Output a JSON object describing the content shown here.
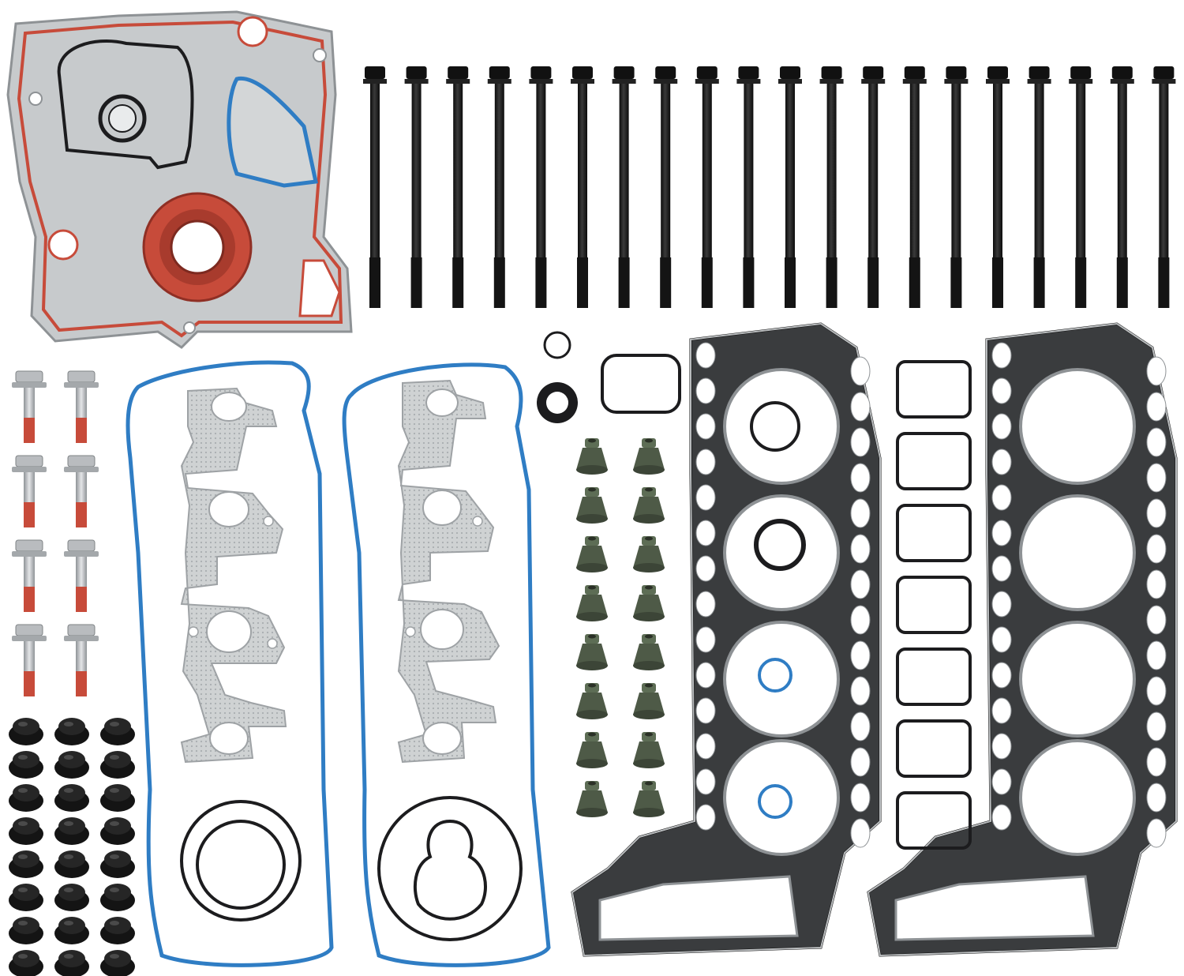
{
  "scene": {
    "description_items": [
      "timing-cover-gasket-set",
      "head-bolts",
      "flange-bolts",
      "valve-stem-seals",
      "valve-cover-gaskets",
      "exhaust-manifold-gaskets",
      "cylinder-head-gaskets",
      "intake-gaskets",
      "grommets"
    ],
    "counts": {
      "head_bolts": 20,
      "flange_bolts": 8,
      "valve_stem_seals": 16,
      "grommets": 24,
      "intake_gaskets": 7
    },
    "colors": {
      "background": "#ffffff",
      "steel": "#c9cccd",
      "steel_dark": "#8e9295",
      "black_rubber": "#1c1c1e",
      "blue_seal": "#2f7dc4",
      "red_seal": "#c74b3a",
      "seal_green": "#5d6d55",
      "graphite": "#3a3c3e"
    }
  }
}
